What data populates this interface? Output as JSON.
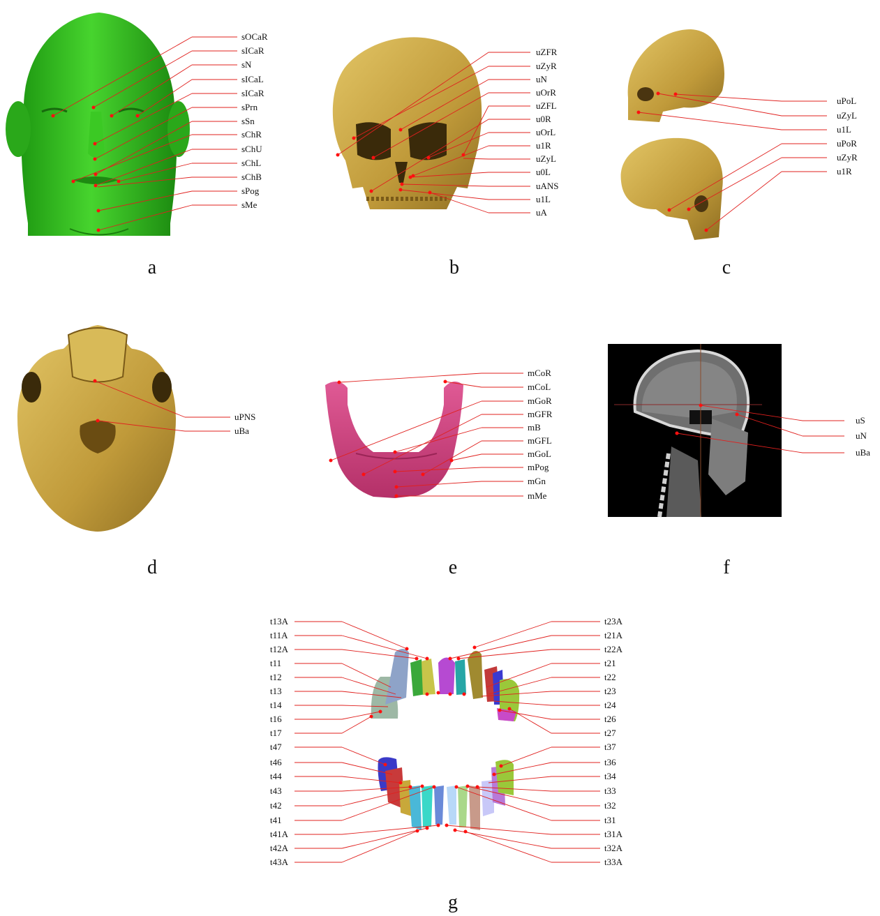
{
  "panels": {
    "a": {
      "caption": "a",
      "labels": [
        "sOCaR",
        "sICaR",
        "sN",
        "sICaL",
        "sICaR",
        "sPrn",
        "sSn",
        "sChR",
        "sChU",
        "sChL",
        "sChB",
        "sPog",
        "sMe"
      ]
    },
    "b": {
      "caption": "b",
      "labels": [
        "uZFR",
        "uZyR",
        "uN",
        "uOrR",
        "uZFL",
        "u0R",
        "uOrL",
        "u1R",
        "uZyL",
        "u0L",
        "uANS",
        "u1L",
        "uA"
      ]
    },
    "c": {
      "caption": "c",
      "labels": [
        "uPoL",
        "uZyL",
        "u1L",
        "uPoR",
        "uZyR",
        "u1R"
      ]
    },
    "d": {
      "caption": "d",
      "labels": [
        "uPNS",
        "uBa"
      ]
    },
    "e": {
      "caption": "e",
      "labels": [
        "mCoR",
        "mCoL",
        "mGoR",
        "mGFR",
        "mB",
        "mGFL",
        "mGoL",
        "mPog",
        "mGn",
        "mMe"
      ]
    },
    "f": {
      "caption": "f",
      "labels": [
        "uS",
        "uN",
        "uBa"
      ]
    },
    "g": {
      "caption": "g",
      "left_labels": [
        "t13A",
        "t11A",
        "t12A",
        "t11",
        "t12",
        "t13",
        "t14",
        "t16",
        "t17",
        "t47",
        "t46",
        "t44",
        "t43",
        "t42",
        "t41",
        "t41A",
        "t42A",
        "t43A"
      ],
      "right_labels": [
        "t23A",
        "t21A",
        "t22A",
        "t21",
        "t22",
        "t23",
        "t24",
        "t26",
        "t27",
        "t37",
        "t36",
        "t34",
        "t33",
        "t32",
        "t31",
        "t31A",
        "t32A",
        "t33A"
      ]
    }
  },
  "colors": {
    "face": "#33c21f",
    "skull": "#c9a94a",
    "mandible": "#d0447e",
    "ct_background": "#000000",
    "leader_line": "#e0201e",
    "landmark_dot": "#ff1010"
  }
}
